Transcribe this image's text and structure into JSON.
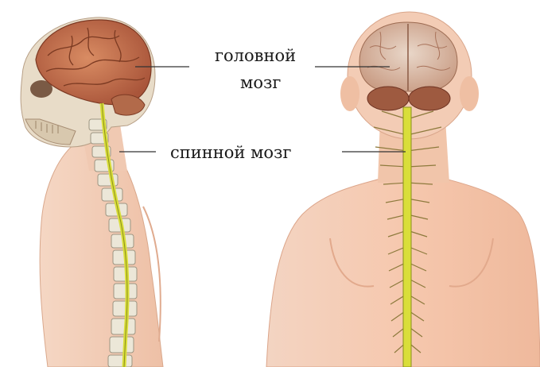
{
  "labels": {
    "brain_line1": "головной",
    "brain_line2": "мозг",
    "spinal_cord": "спинной мозг"
  },
  "colors": {
    "skin": "#f2c3a6",
    "brain": "#c77b54",
    "spinal_cord": "#d9de3a",
    "bone": "#e9e4d4"
  }
}
